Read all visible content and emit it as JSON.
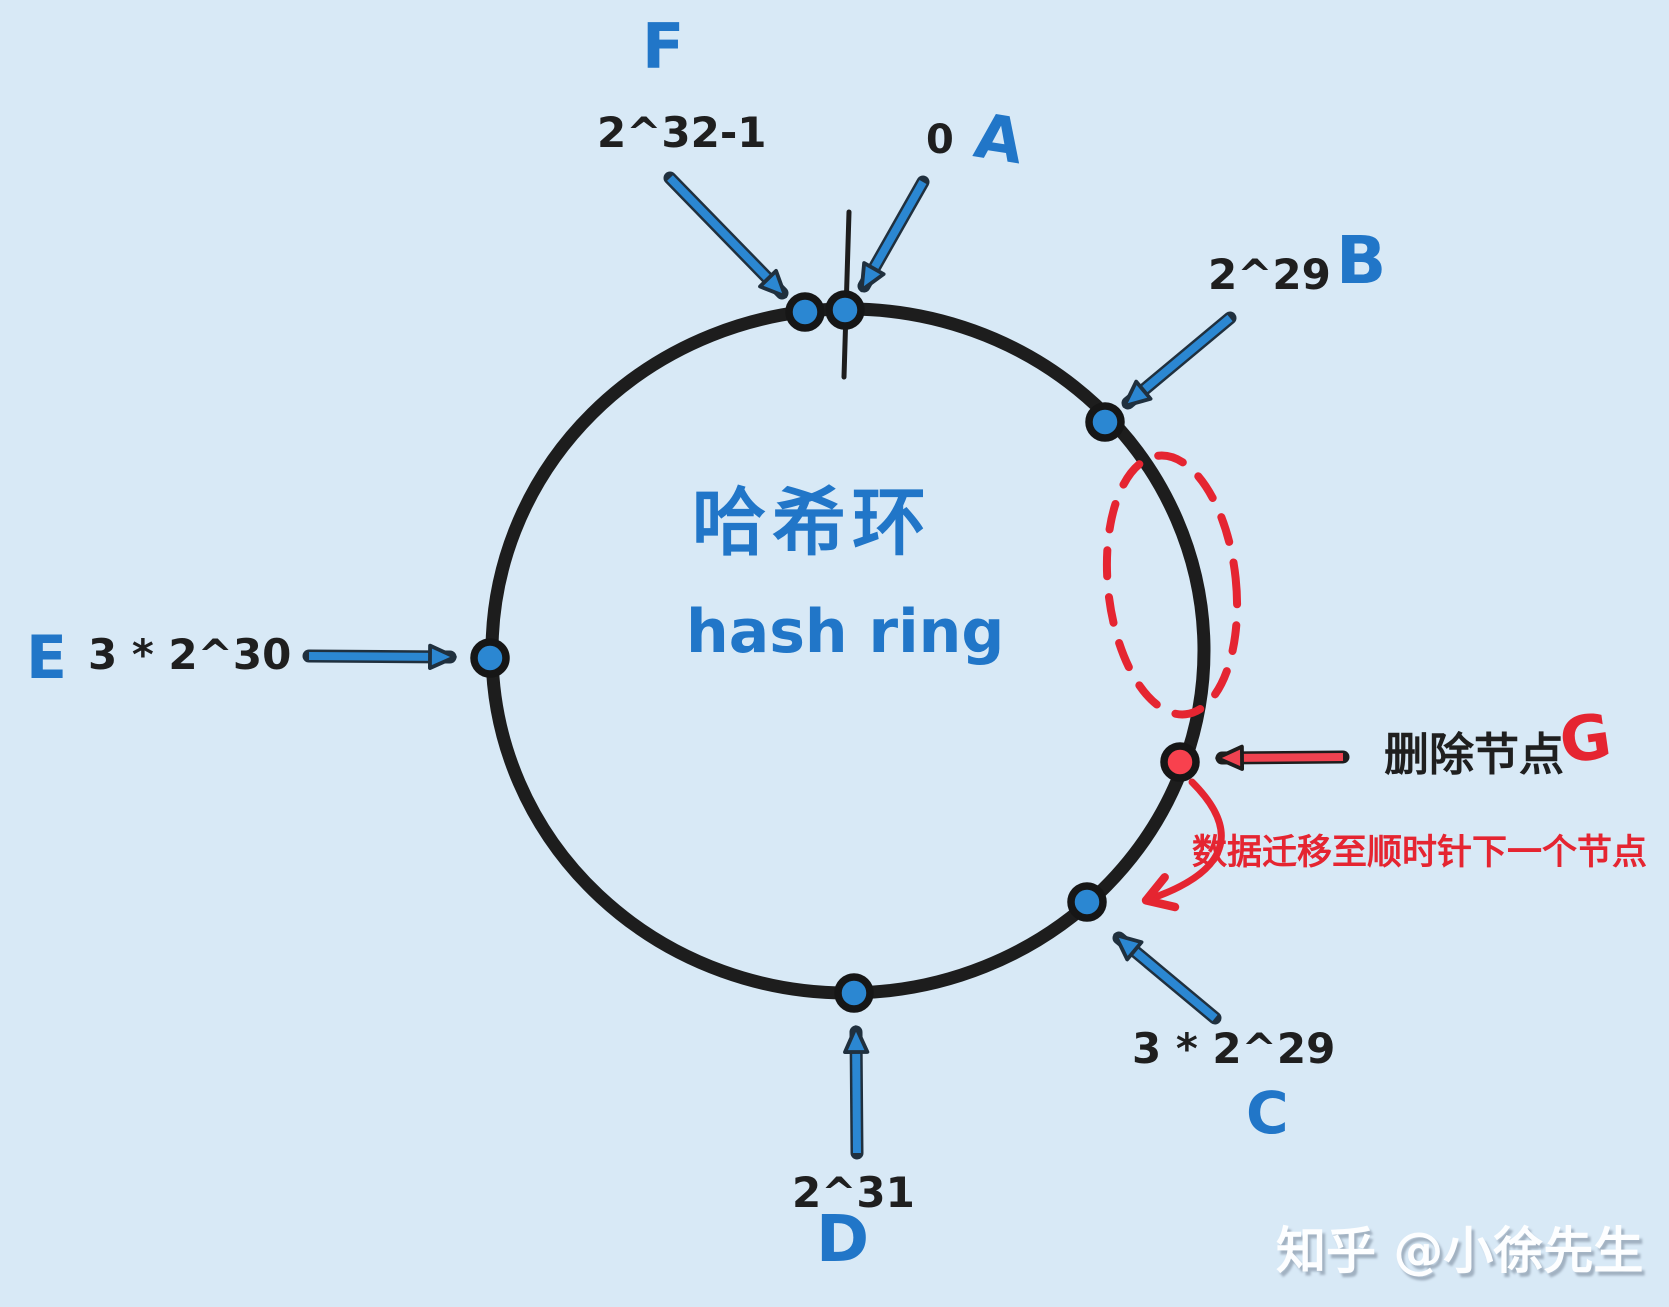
{
  "palette": {
    "background": "#d8e9f6",
    "ink": "#1f1f1f",
    "blue": "#2b87d2",
    "blue_text": "#2176c8",
    "red": "#e52531",
    "deleted_node_fill": "#f8414e"
  },
  "title": {
    "zh": "哈希环",
    "en": "hash ring"
  },
  "nodes": {
    "a": {
      "letter": "A",
      "value": "0"
    },
    "b": {
      "letter": "B",
      "value": "2^29"
    },
    "c": {
      "letter": "C",
      "value": "3 * 2^29"
    },
    "d": {
      "letter": "D",
      "value": "2^31"
    },
    "e": {
      "letter": "E",
      "value": "3 * 2^30"
    },
    "f": {
      "letter": "F",
      "value": "2^32-1"
    },
    "g": {
      "letter": "G"
    }
  },
  "annotations": {
    "delete_label": "删除节点",
    "migration_label": "数据迁移至顺时针下一个节点"
  },
  "watermark": "知乎 @小徐先生"
}
